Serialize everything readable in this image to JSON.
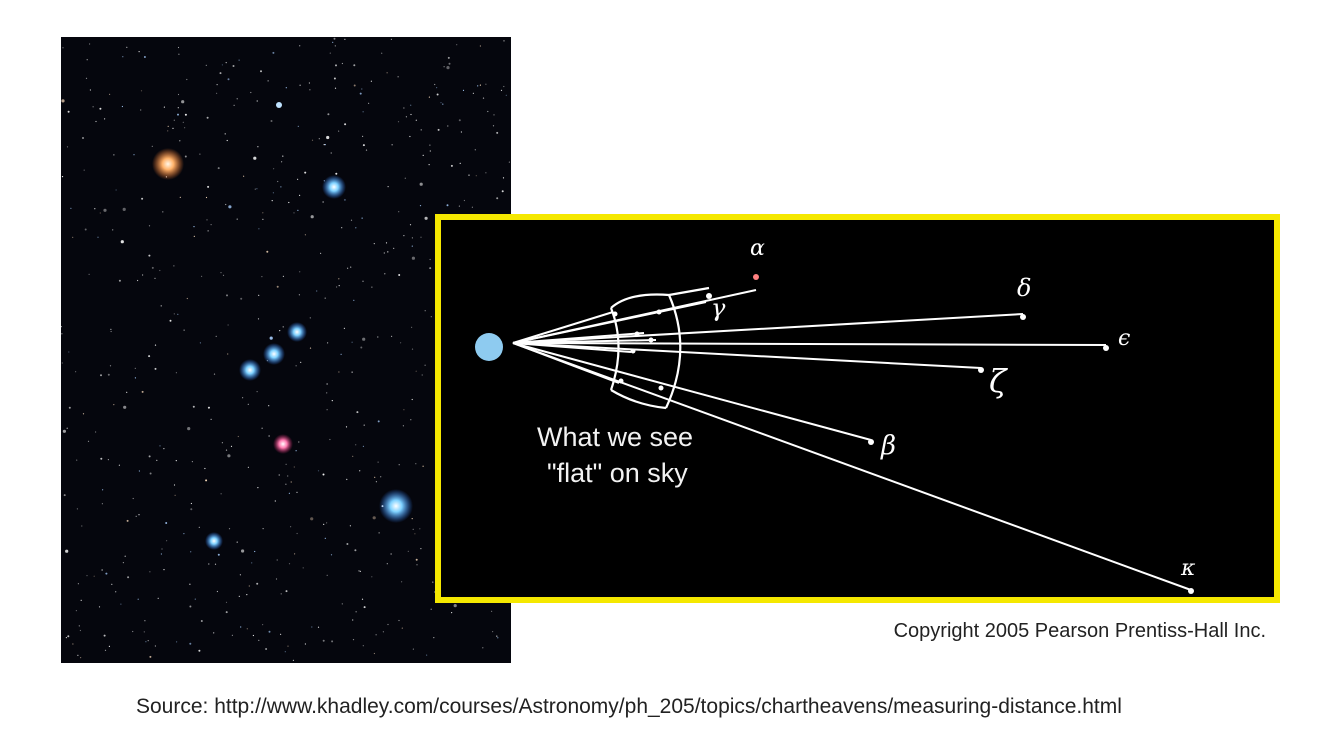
{
  "diagram": {
    "star_labels": {
      "alpha": "α",
      "gamma": "γ",
      "delta": "δ",
      "epsilon": "ϵ",
      "zeta": "ζ",
      "beta": "β",
      "kappa": "κ"
    },
    "caption_line1": "What we see",
    "caption_line2": "\"flat\" on sky",
    "border_color": "#f5e800",
    "observer_color": "#8ecbf0"
  },
  "copyright": "Copyright 2005 Pearson Prentiss-Hall Inc.",
  "source": "Source: http://www.khadley.com/courses/Astronomy/ph_205/topics/chartheavens/measuring-distance.html"
}
